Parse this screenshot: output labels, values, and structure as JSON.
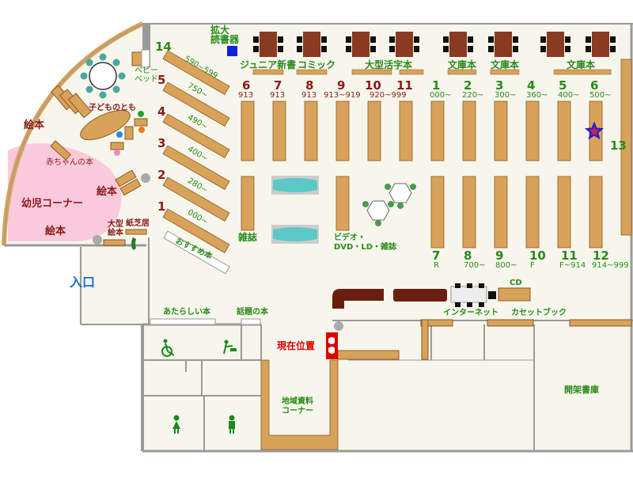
{
  "colors": {
    "wall": "#9a9a9a",
    "floor": "#f6f6ec",
    "shelf": "#d9a25a",
    "shelf_stroke": "#8a5a20",
    "table": "#8a3a20",
    "kids_pink": "#f9c9dc",
    "green_text": "#2a8a1a",
    "red_text": "#8b1a1a",
    "entrance_blue": "#1a6fd1",
    "marker_blue": "#1020e0",
    "current_red": "#dd0000"
  },
  "top_labels": {
    "magnifier": "拡大\n読書器",
    "junior": "ジュニア新書",
    "comic": "コミック",
    "large_print": "大型活字本",
    "bunko1": "文庫本",
    "bunko2": "文庫本",
    "bunko3": "文庫本"
  },
  "diag_shelves": [
    {
      "num": "14",
      "range": "590~599"
    },
    {
      "num": "5",
      "range": "750~"
    },
    {
      "num": "4",
      "range": "490~"
    },
    {
      "num": "3",
      "range": "400~"
    },
    {
      "num": "2",
      "range": "280~"
    },
    {
      "num": "1",
      "range": "000~"
    }
  ],
  "osusume": "おすすめ本",
  "red_shelves": [
    {
      "num": "6",
      "range": "913"
    },
    {
      "num": "7",
      "range": "913"
    },
    {
      "num": "8",
      "range": "913"
    },
    {
      "num": "9",
      "range": "913~919"
    },
    {
      "num": "10",
      "range": "920~999"
    },
    {
      "num": "11",
      "range": ""
    }
  ],
  "green_shelves_top": [
    {
      "num": "1",
      "range": "000~"
    },
    {
      "num": "2",
      "range": "220~"
    },
    {
      "num": "3",
      "range": "300~"
    },
    {
      "num": "4",
      "range": "360~"
    },
    {
      "num": "5",
      "range": "400~"
    },
    {
      "num": "6",
      "range": "500~"
    }
  ],
  "green_shelves_bottom": [
    {
      "num": "7",
      "range": "R"
    },
    {
      "num": "8",
      "range": "700~"
    },
    {
      "num": "9",
      "range": "800~"
    },
    {
      "num": "10",
      "range": "F"
    },
    {
      "num": "11",
      "range": "F~914"
    },
    {
      "num": "12",
      "range": "914~999"
    }
  ],
  "shelf_13": "13",
  "kids": {
    "baby_bed": "ベビー\nベッド",
    "kodomo_no_tomo": "子どものとも",
    "ehon_top": "絵本",
    "akachan": "赤ちゃんの本",
    "ehon_mid": "絵本",
    "yoji_corner": "幼児コーナー",
    "ehon_bottom": "絵本",
    "big_ehon": "大型\n絵本",
    "kamishibai": "紙芝居"
  },
  "zasshi": "雑誌",
  "video": "ビデオ・\nDVD・LD・雑誌",
  "cd": "CD",
  "internet": "インターネット",
  "cassette": "カセットブック",
  "entrance": "入口",
  "new_books": "あたらしい本",
  "topical_books": "話題の本",
  "current_location": "現在位置",
  "local_materials": "地域資料\nコーナー",
  "closed_stacks": "開架書庫"
}
